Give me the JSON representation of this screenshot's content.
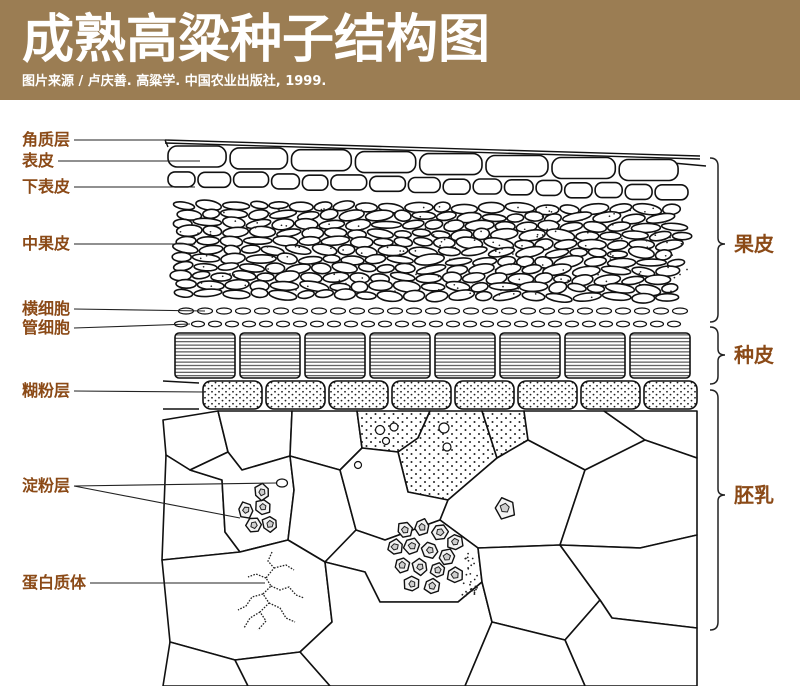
{
  "header": {
    "title": "成熟高粱种子结构图",
    "source": "图片来源 / 卢庆善. 高粱学. 中国农业出版社, 1999."
  },
  "labels": {
    "cuticle": "角质层",
    "epidermis": "表皮",
    "hypodermis": "下表皮",
    "mesocarp": "中果皮",
    "cross_cells": "横细胞",
    "tube_cells": "管细胞",
    "aleurone": "糊粉层",
    "starch": "淀粉层",
    "protein_bodies": "蛋白质体"
  },
  "regions": {
    "pericarp": "果皮",
    "testa": "种皮",
    "endosperm": "胚乳"
  },
  "colors": {
    "header_bg": "#9b7d53",
    "header_text": "#ffffff",
    "label_text": "#8b4a17",
    "ink": "#111111"
  }
}
